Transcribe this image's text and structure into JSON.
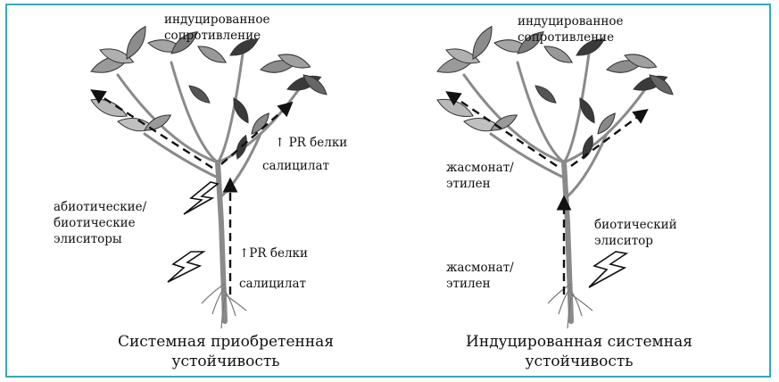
{
  "left_panel": {
    "top_label_line1": "индуцированное",
    "top_label_line2": "сопротивление",
    "pr_upper": "↑ PR белки",
    "sal_upper": "салицилат",
    "elicitor_line1": "абиотические/",
    "elicitor_line2": "биотические",
    "elicitor_line3": "элиситоры",
    "pr_lower": "↑PR белки",
    "sal_lower": "салицилат",
    "caption_line1": "Системная приобретенная",
    "caption_line2": "устойчивость"
  },
  "right_panel": {
    "top_label_line1": "индуцированное",
    "top_label_line2": "сопротивление",
    "jasmonate_upper_line1": "жасмонат/",
    "jasmonate_upper_line2": "этилен",
    "elicitor_line1": "биотический",
    "elicitor_line2": "элиситор",
    "jasmonate_lower_line1": "жасмонат/",
    "jasmonate_lower_line2": "этилен",
    "caption_line1": "Индуцированная системная",
    "caption_line2": "устойчивость"
  },
  "colors": {
    "frame": "#36a9b9",
    "plant": "#8a8a8a",
    "leaf_dark": "#3a3a3a",
    "arrow": "#111111"
  }
}
